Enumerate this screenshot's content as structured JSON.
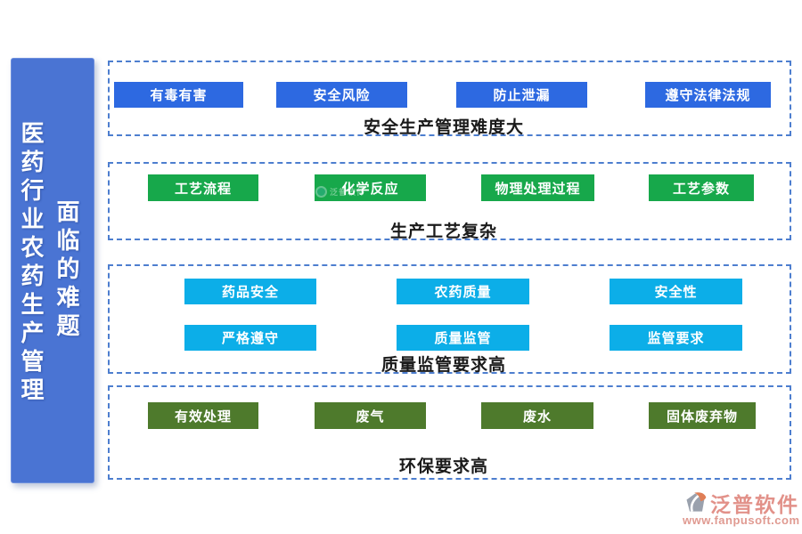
{
  "banner": {
    "title_vertical": "医药行业农药生产管理",
    "subtitle_vertical": "面临的难题"
  },
  "sections": [
    {
      "label": "安全生产管理难度大",
      "chip_color": "#2d69e1",
      "items": [
        "有毒有害",
        "安全风险",
        "防止泄漏",
        "遵守法律法规"
      ]
    },
    {
      "label": "生产工艺复杂",
      "chip_color": "#17a84b",
      "items": [
        "工艺流程",
        "化学反应",
        "物理处理过程",
        "工艺参数"
      ]
    },
    {
      "label": "质量监管要求高",
      "chip_color": "#0caee8",
      "rows": [
        [
          "药品安全",
          "农药质量",
          "安全性"
        ],
        [
          "严格遵守",
          "质量监管",
          "监管要求"
        ]
      ]
    },
    {
      "label": "环保要求高",
      "chip_color": "#4e7a2c",
      "items": [
        "有效处理",
        "废气",
        "废水",
        "固体废弃物"
      ]
    }
  ],
  "watermark": {
    "brand": "泛普软件"
  },
  "footer": {
    "brand": "泛普软件",
    "url": "www.fanpusoft.com"
  },
  "palette": {
    "banner_blue": "#4a74d3",
    "chip_blue": "#2d69e1",
    "chip_green": "#17a84b",
    "chip_cyan": "#0caee8",
    "chip_olive": "#4e7a2c",
    "dashed_border": "#4d7ecf",
    "footer_red": "#e29189"
  }
}
